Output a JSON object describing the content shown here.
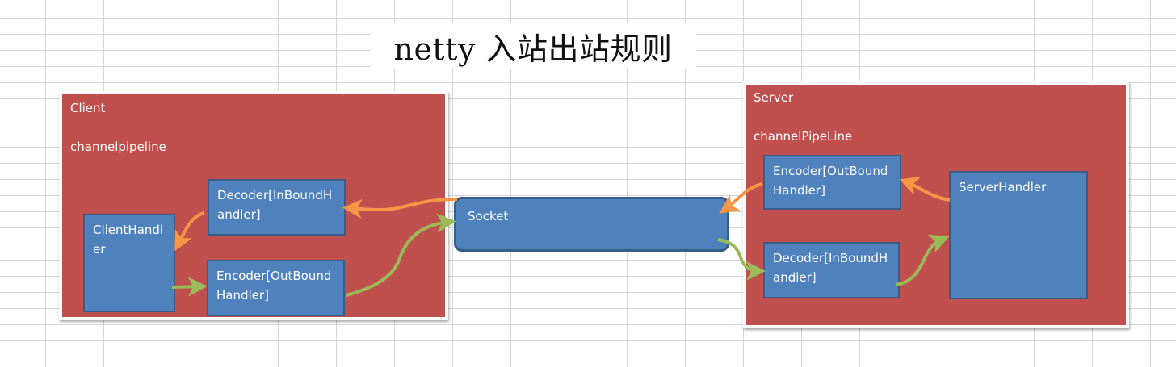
{
  "title": "netty 入站出站规则",
  "client": {
    "label": "Client",
    "pipeline_label": "channelpipeline",
    "decoder": "Decoder[InBoundHandler]",
    "encoder": "Encoder[OutBoundHandler]",
    "handler": "ClientHandler"
  },
  "socket": {
    "label": "Socket"
  },
  "server": {
    "label": "Server",
    "pipeline_label": "channelPipeLine",
    "encoder": "Encoder[OutBoundHandler]",
    "decoder": "Decoder[InBoundHandler]",
    "handler": "ServerHandler"
  },
  "colors": {
    "container": "#c0504d",
    "box": "#4f81bd",
    "outbound_arrow": "#f79646",
    "inbound_arrow": "#9bbb59"
  }
}
